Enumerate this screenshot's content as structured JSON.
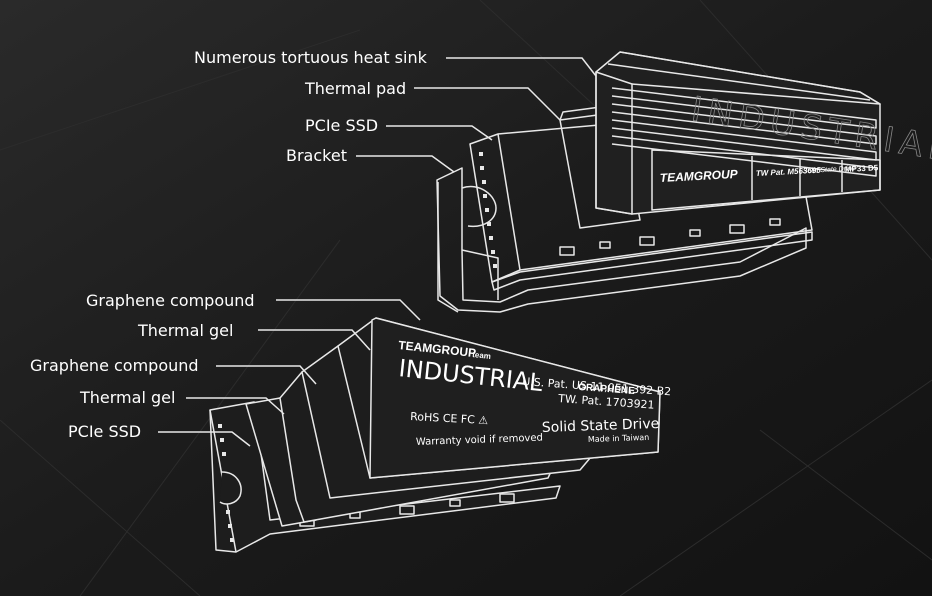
{
  "colors": {
    "background": "#1e1e1e",
    "line": "#e8e8e8",
    "label_panel": "#1f1f1f",
    "text": "#ffffff"
  },
  "top_assembly": {
    "labels": [
      "Numerous tortuous heat sink",
      "Thermal pad",
      "PCIe SSD",
      "Bracket"
    ],
    "heatsink_print": [
      "TEAMGROUP",
      "TW Pat. M563695",
      "Solid State Drive",
      "MP33 D5"
    ],
    "heatsink_fin_text": "INDUSTRIAL"
  },
  "bottom_assembly": {
    "labels": [
      "Graphene compound",
      "Thermal gel",
      "Graphene compound",
      "Thermal gel",
      "PCIe SSD"
    ],
    "label_sticker": {
      "brand": "TEAMGROUP",
      "brand_mark": "team",
      "product": "INDUSTRIAL",
      "material": "GRAPHENE",
      "us_patent": "U.S. Pat.  US 11,051,392 B2",
      "tw_patent": "TW. Pat.  1703921",
      "certifications": "RoHS  CE FC  ⚠",
      "drive": "Solid State Drive",
      "warranty": "Warranty void if removed",
      "origin": "Made in Taiwan"
    }
  }
}
